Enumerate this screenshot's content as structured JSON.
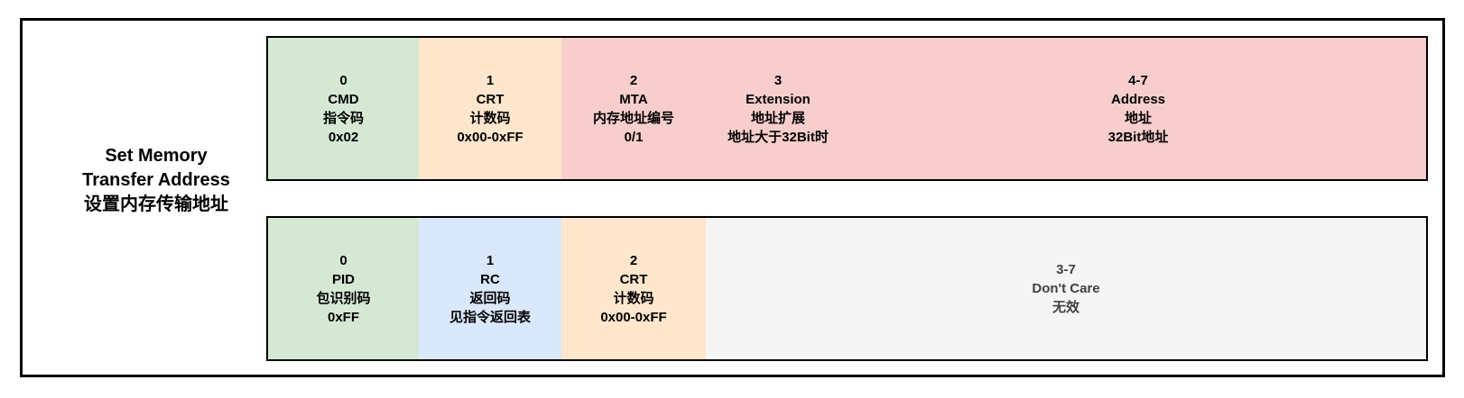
{
  "page": {
    "background_color": "#ffffff",
    "frame_border_color": "#000000",
    "row_border_color": "#000000"
  },
  "label": {
    "line1": "Set Memory",
    "line2": "Transfer Address",
    "line3": "设置内存传输地址"
  },
  "rows": [
    {
      "key": "request",
      "cells": [
        {
          "key": "cmd",
          "width": 167,
          "color": "#d5e8d4",
          "text_color": "#000000",
          "lines": [
            "0",
            "CMD",
            "指令码",
            "0x02"
          ]
        },
        {
          "key": "crt",
          "width": 158,
          "color": "#ffe6cc",
          "text_color": "#000000",
          "lines": [
            "1",
            "CRT",
            "计数码",
            "0x00-0xFF"
          ]
        },
        {
          "key": "mta",
          "width": 160,
          "color": "#f8cecc",
          "text_color": "#000000",
          "lines": [
            "2",
            "MTA",
            "内存地址编号",
            "0/1"
          ]
        },
        {
          "key": "extension",
          "width": 160,
          "color": "#f8cecc",
          "text_color": "#000000",
          "lines": [
            "3",
            "Extension",
            "地址扩展",
            "地址大于32Bit时"
          ]
        },
        {
          "key": "address",
          "width": null,
          "color": "#f8cecc",
          "text_color": "#000000",
          "lines": [
            "4-7",
            "Address",
            "地址",
            "32Bit地址"
          ]
        }
      ]
    },
    {
      "key": "response",
      "cells": [
        {
          "key": "pid",
          "width": 167,
          "color": "#d5e8d4",
          "text_color": "#000000",
          "lines": [
            "0",
            "PID",
            "包识别码",
            "0xFF"
          ]
        },
        {
          "key": "rc",
          "width": 158,
          "color": "#dae8fc",
          "text_color": "#000000",
          "lines": [
            "1",
            "RC",
            "返回码",
            "见指令返回表"
          ]
        },
        {
          "key": "crt",
          "width": 160,
          "color": "#ffe6cc",
          "text_color": "#000000",
          "lines": [
            "2",
            "CRT",
            "计数码",
            "0x00-0xFF"
          ]
        },
        {
          "key": "dont-care",
          "width": null,
          "color": "#f5f5f5",
          "text_color": "#404040",
          "muted": true,
          "lines": [
            "3-7",
            "Don't Care",
            "无效"
          ]
        }
      ]
    }
  ]
}
